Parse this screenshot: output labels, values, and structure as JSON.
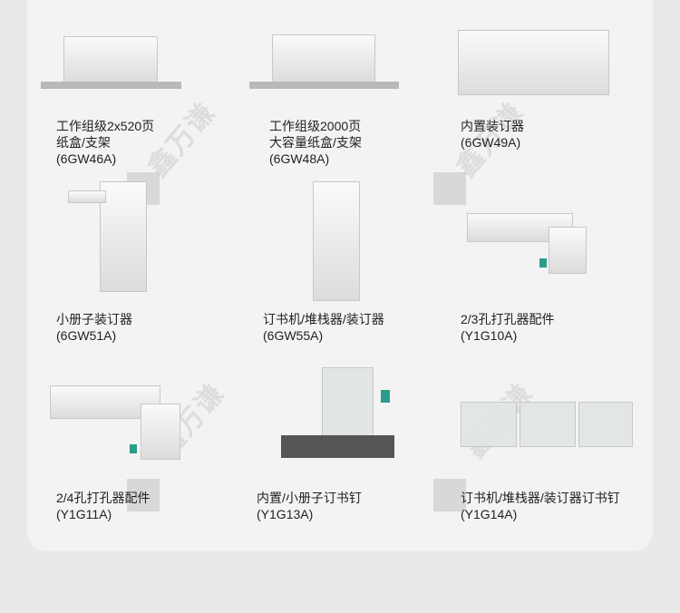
{
  "watermark": "鑫万谦 XFS.COM",
  "products": [
    {
      "name_lines": [
        "工作组级2x520页",
        "纸盒/支架"
      ],
      "code": "(6GW46A)"
    },
    {
      "name_lines": [
        "工作组级2000页",
        "大容量纸盒/支架"
      ],
      "code": "(6GW48A)"
    },
    {
      "name_lines": [
        "内置装订器"
      ],
      "code": "(6GW49A)"
    },
    {
      "name_lines": [
        "小册子装订器"
      ],
      "code": "(6GW51A)"
    },
    {
      "name_lines": [
        "订书机/堆栈器/装订器"
      ],
      "code": "(6GW55A)"
    },
    {
      "name_lines": [
        "2/3孔打孔器配件"
      ],
      "code": "(Y1G10A)"
    },
    {
      "name_lines": [
        "2/4孔打孔器配件"
      ],
      "code": "(Y1G11A)"
    },
    {
      "name_lines": [
        "内置/小册子订书钉"
      ],
      "code": "(Y1G13A)"
    },
    {
      "name_lines": [
        "订书机/堆栈器/装订器订书钉"
      ],
      "code": "(Y1G14A)"
    }
  ]
}
